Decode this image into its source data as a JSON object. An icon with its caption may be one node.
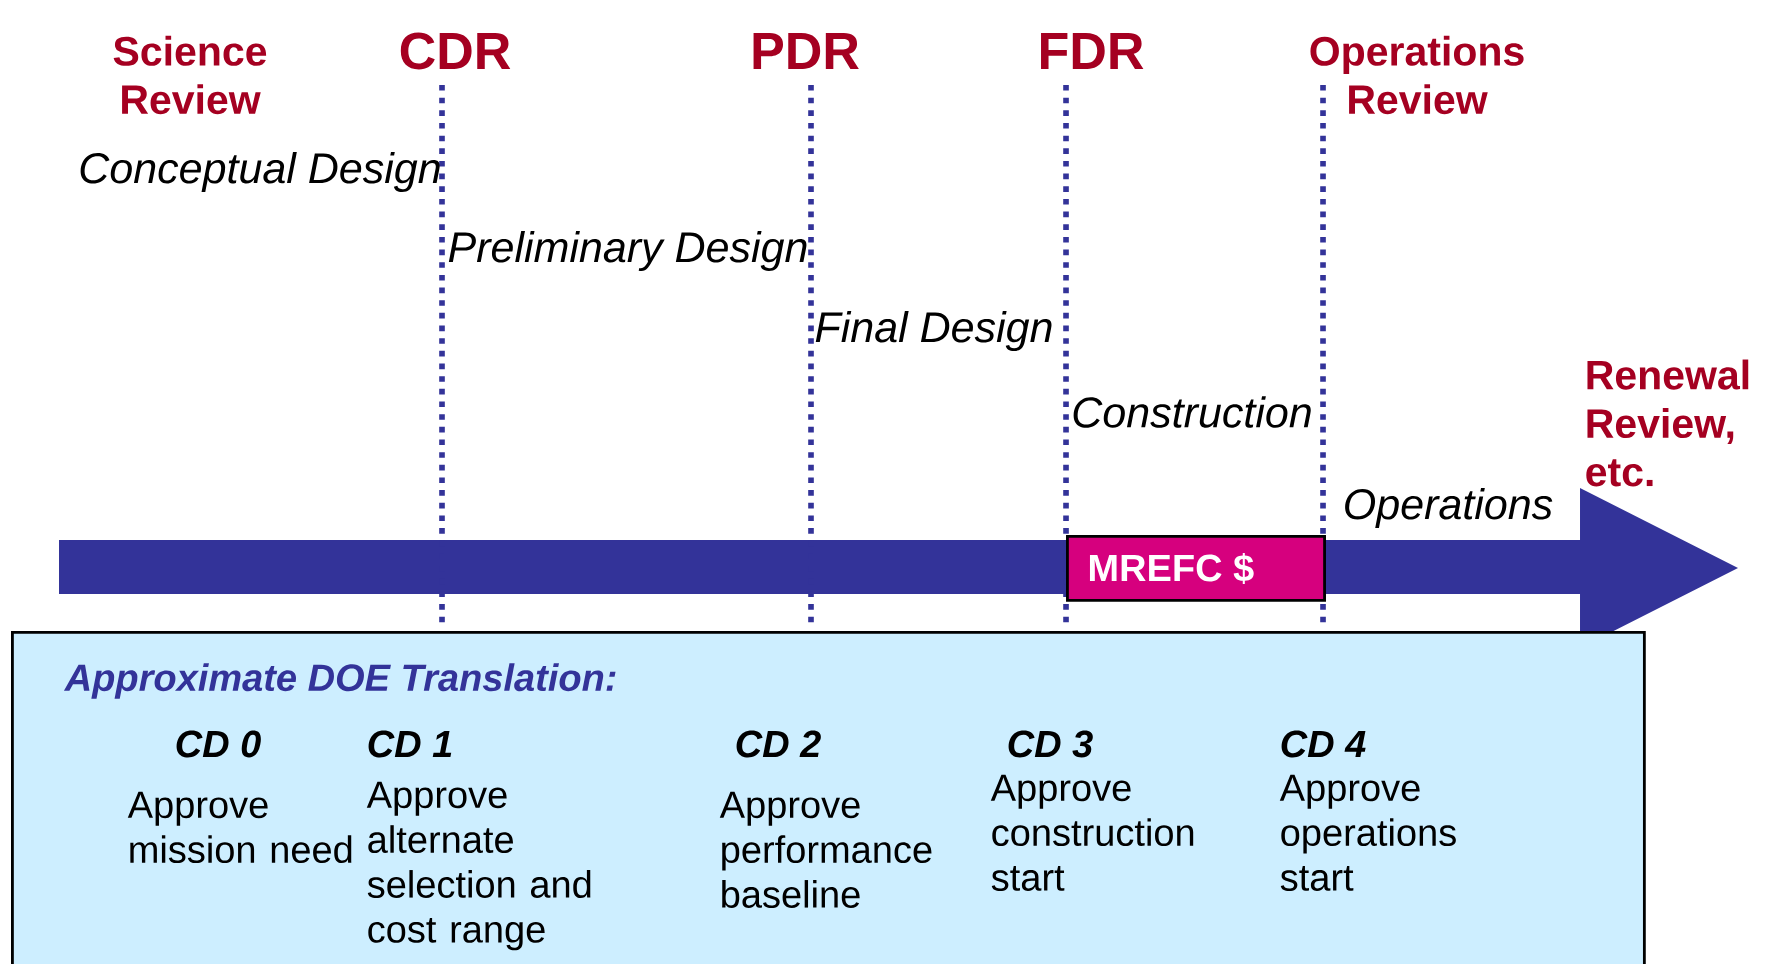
{
  "diagram": {
    "nodes": [
      {
        "text": [
          "Approximate DOE Translation:",
          "CD 0",
          "Approve mission need",
          "CD 1",
          "Approve alternate selection and cost range",
          "CD 2",
          "Approve performance baseline",
          "CD 3",
          "Approve construction start",
          "CD 4",
          "Approve operations start"
        ]
      },
      {
        "text": [
          "MREFC $"
        ]
      }
    ],
    "labels": [
      "Science Review",
      "CDR",
      "PDR",
      "FDR",
      "Operations Review",
      "Conceptual Design",
      "Preliminary Design",
      "Final Design",
      "Construction",
      "Renewal Review, etc.",
      "Operations"
    ]
  }
}
